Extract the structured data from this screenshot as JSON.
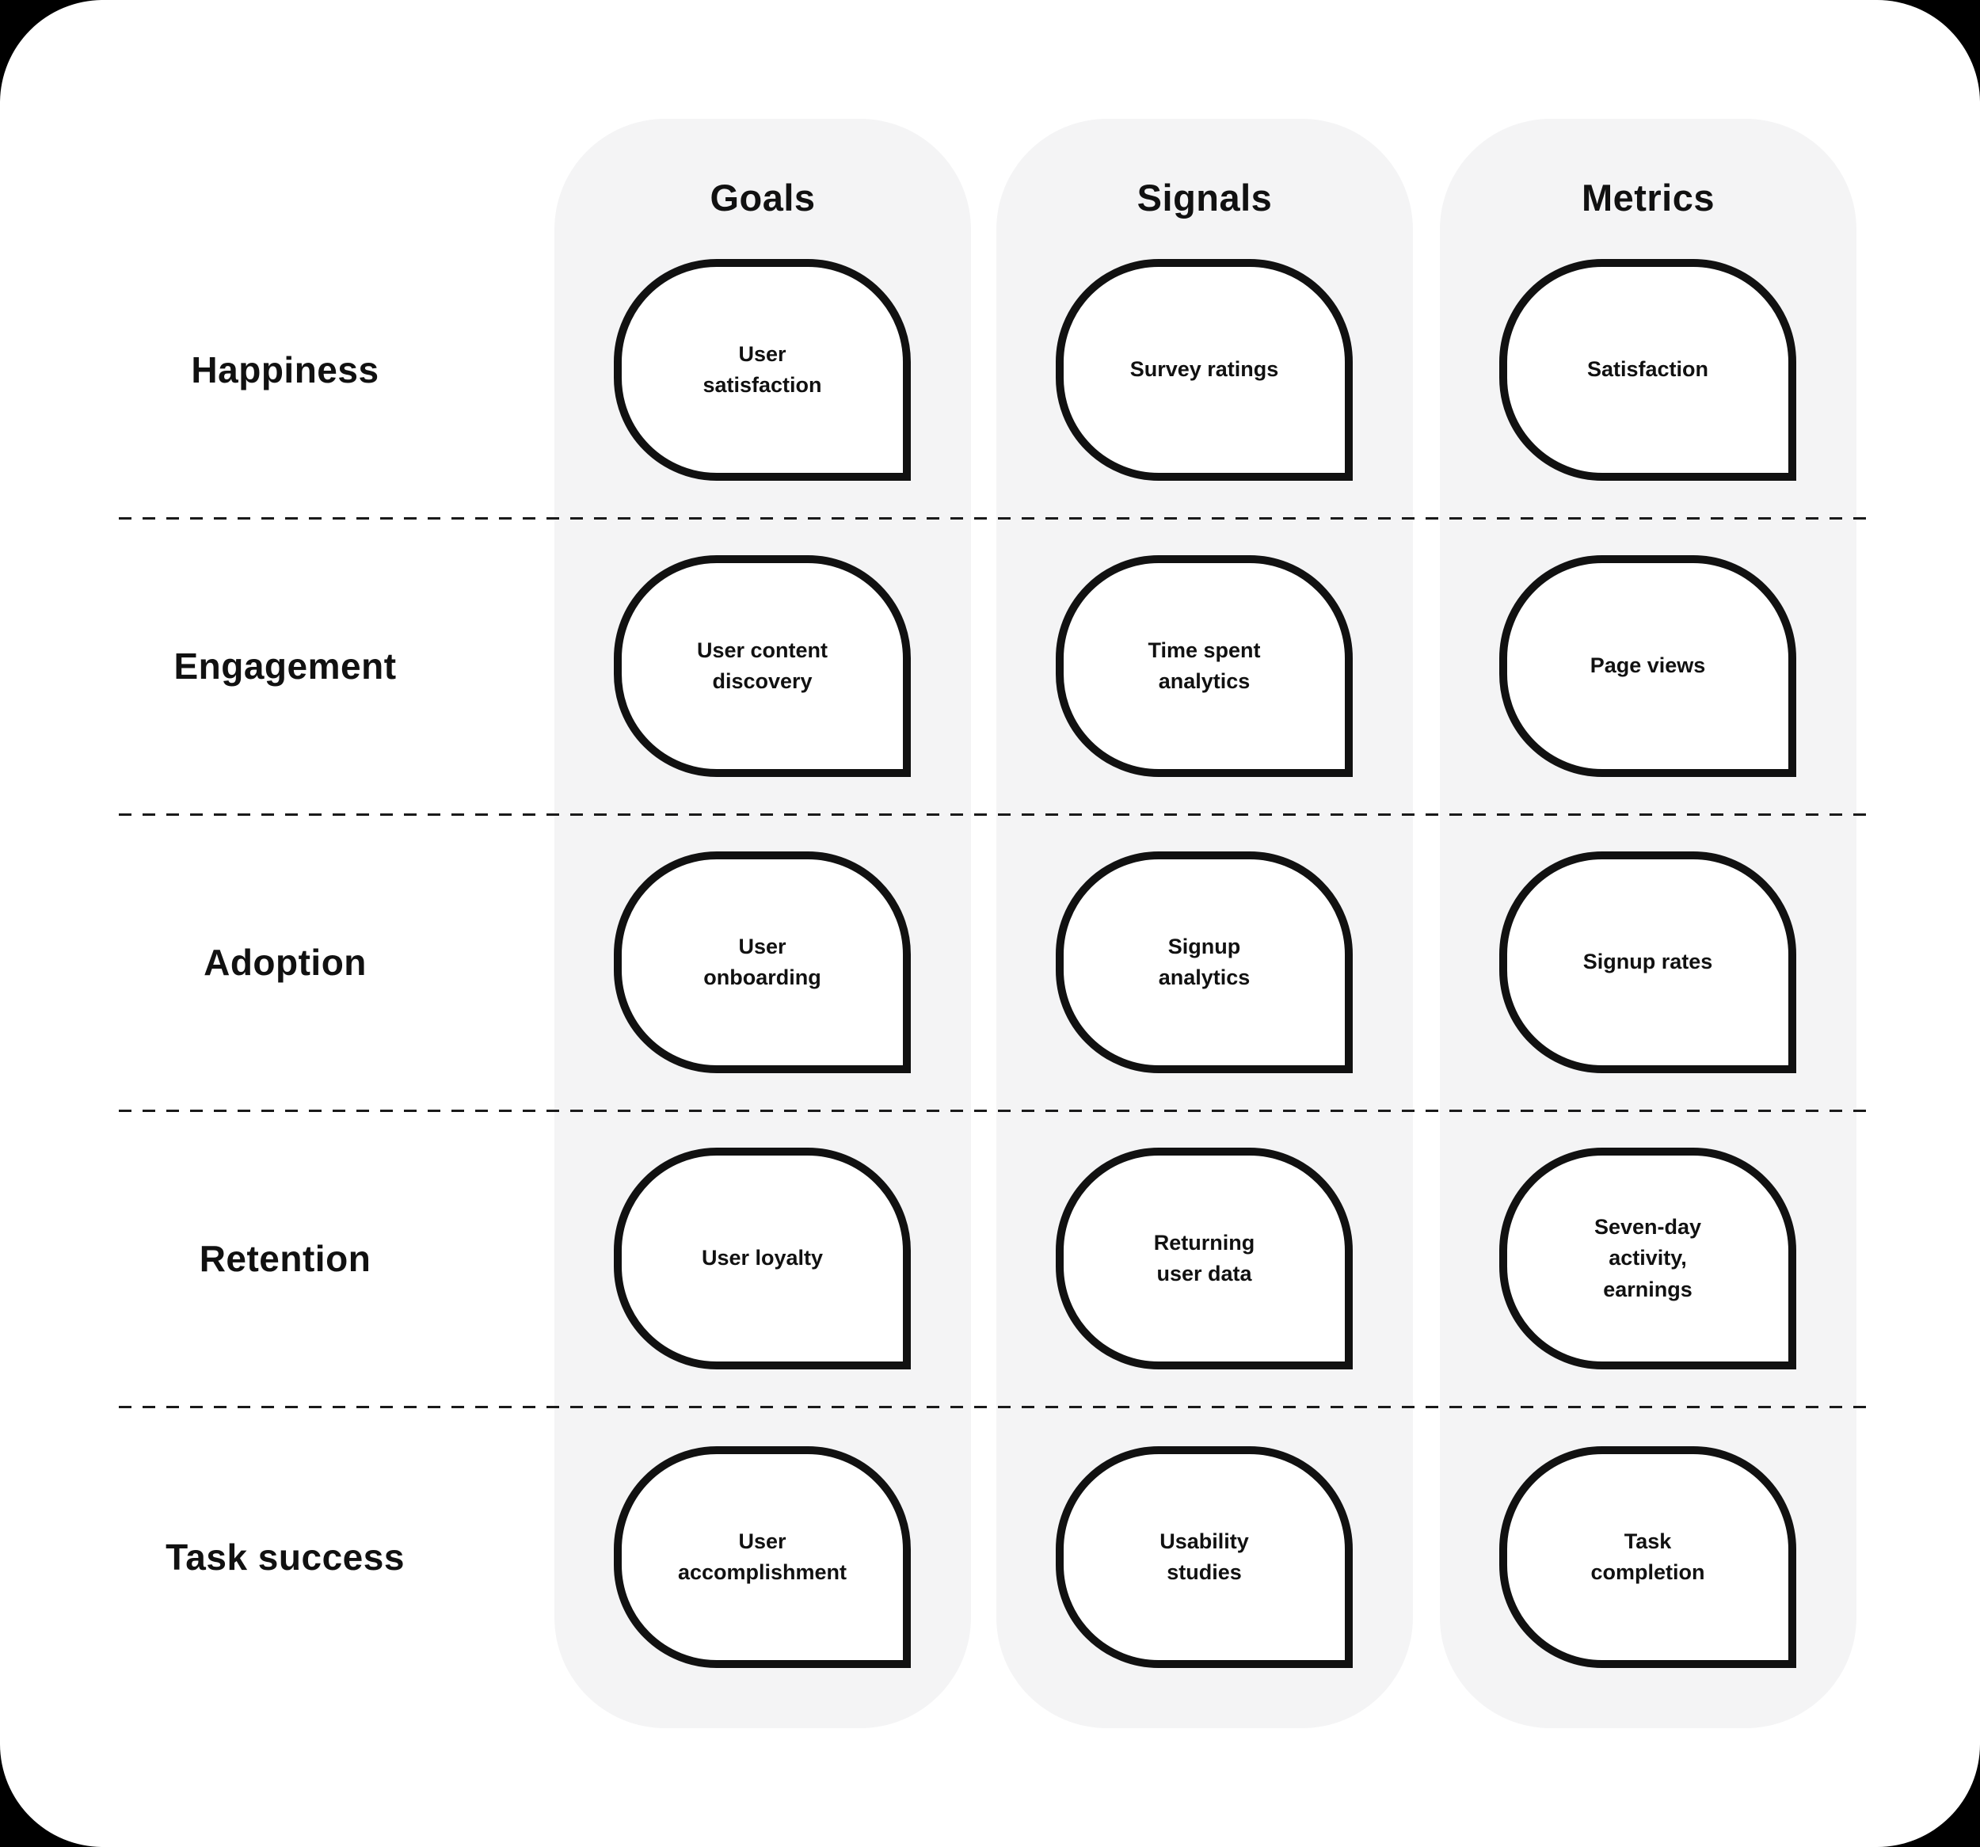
{
  "colors": {
    "page_background": "#000000",
    "card_background": "#ffffff",
    "column_background": "#f4f4f5",
    "ink": "#111111"
  },
  "columns": [
    {
      "header": "Goals"
    },
    {
      "header": "Signals"
    },
    {
      "header": "Metrics"
    }
  ],
  "rows": [
    {
      "label": "Happiness",
      "cells": [
        "User\nsatisfaction",
        "Survey ratings",
        "Satisfaction"
      ]
    },
    {
      "label": "Engagement",
      "cells": [
        "User content\ndiscovery",
        "Time spent\nanalytics",
        "Page views"
      ]
    },
    {
      "label": "Adoption",
      "cells": [
        "User\nonboarding",
        "Signup\nanalytics",
        "Signup rates"
      ]
    },
    {
      "label": "Retention",
      "cells": [
        "User loyalty",
        "Returning\nuser data",
        "Seven-day\nactivity,\nearnings"
      ]
    },
    {
      "label": "Task success",
      "cells": [
        "User\naccomplishment",
        "Usability\nstudies",
        "Task\ncompletion"
      ]
    }
  ]
}
